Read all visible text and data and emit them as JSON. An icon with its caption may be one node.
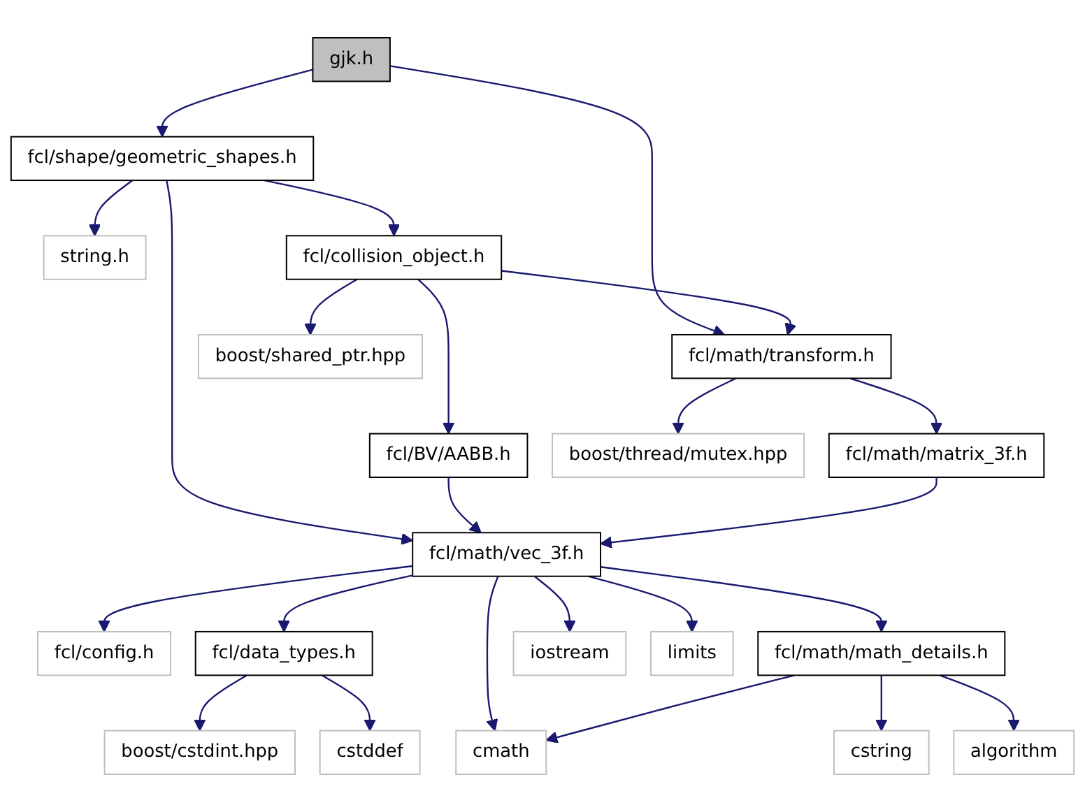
{
  "diagram": {
    "nodes": [
      {
        "text": [
          "gjk.h"
        ]
      },
      {
        "text": [
          "fcl/shape/geometric_shapes.h"
        ]
      },
      {
        "text": [
          "string.h"
        ]
      },
      {
        "text": [
          "fcl/collision_object.h"
        ]
      },
      {
        "text": [
          "fcl/math/transform.h"
        ]
      },
      {
        "text": [
          "boost/shared_ptr.hpp"
        ]
      },
      {
        "text": [
          "fcl/BV/AABB.h"
        ]
      },
      {
        "text": [
          "fcl/math/matrix_3f.h"
        ]
      },
      {
        "text": [
          "boost/thread/mutex.hpp"
        ]
      },
      {
        "text": [
          "fcl/math/vec_3f.h"
        ]
      },
      {
        "text": [
          "fcl/config.h"
        ]
      },
      {
        "text": [
          "fcl/data_types.h"
        ]
      },
      {
        "text": [
          "fcl/math/math_details.h"
        ]
      },
      {
        "text": [
          "iostream"
        ]
      },
      {
        "text": [
          "limits"
        ]
      },
      {
        "text": [
          "boost/cstdint.hpp"
        ]
      },
      {
        "text": [
          "cstddef"
        ]
      },
      {
        "text": [
          "cmath"
        ]
      },
      {
        "text": [
          "cstring"
        ]
      },
      {
        "text": [
          "algorithm"
        ]
      }
    ],
    "edges": [
      {
        "from": 0,
        "to": 1,
        "arrow": "to"
      },
      {
        "from": 0,
        "to": 4,
        "arrow": "to"
      },
      {
        "from": 1,
        "to": 2,
        "arrow": "to"
      },
      {
        "from": 1,
        "to": 3,
        "arrow": "to"
      },
      {
        "from": 1,
        "to": 9,
        "arrow": "to"
      },
      {
        "from": 3,
        "to": 5,
        "arrow": "to"
      },
      {
        "from": 3,
        "to": 4,
        "arrow": "to"
      },
      {
        "from": 3,
        "to": 6,
        "arrow": "to"
      },
      {
        "from": 4,
        "to": 7,
        "arrow": "to"
      },
      {
        "from": 4,
        "to": 8,
        "arrow": "to"
      },
      {
        "from": 6,
        "to": 9,
        "arrow": "to"
      },
      {
        "from": 7,
        "to": 9,
        "arrow": "to"
      },
      {
        "from": 9,
        "to": 10,
        "arrow": "to"
      },
      {
        "from": 9,
        "to": 11,
        "arrow": "to"
      },
      {
        "from": 9,
        "to": 17,
        "arrow": "to"
      },
      {
        "from": 9,
        "to": 12,
        "arrow": "to"
      },
      {
        "from": 9,
        "to": 13,
        "arrow": "to"
      },
      {
        "from": 9,
        "to": 14,
        "arrow": "to"
      },
      {
        "from": 11,
        "to": 15,
        "arrow": "to"
      },
      {
        "from": 11,
        "to": 16,
        "arrow": "to"
      },
      {
        "from": 12,
        "to": 17,
        "arrow": "to"
      },
      {
        "from": 12,
        "to": 18,
        "arrow": "to"
      },
      {
        "from": 12,
        "to": 19,
        "arrow": "to"
      }
    ]
  }
}
